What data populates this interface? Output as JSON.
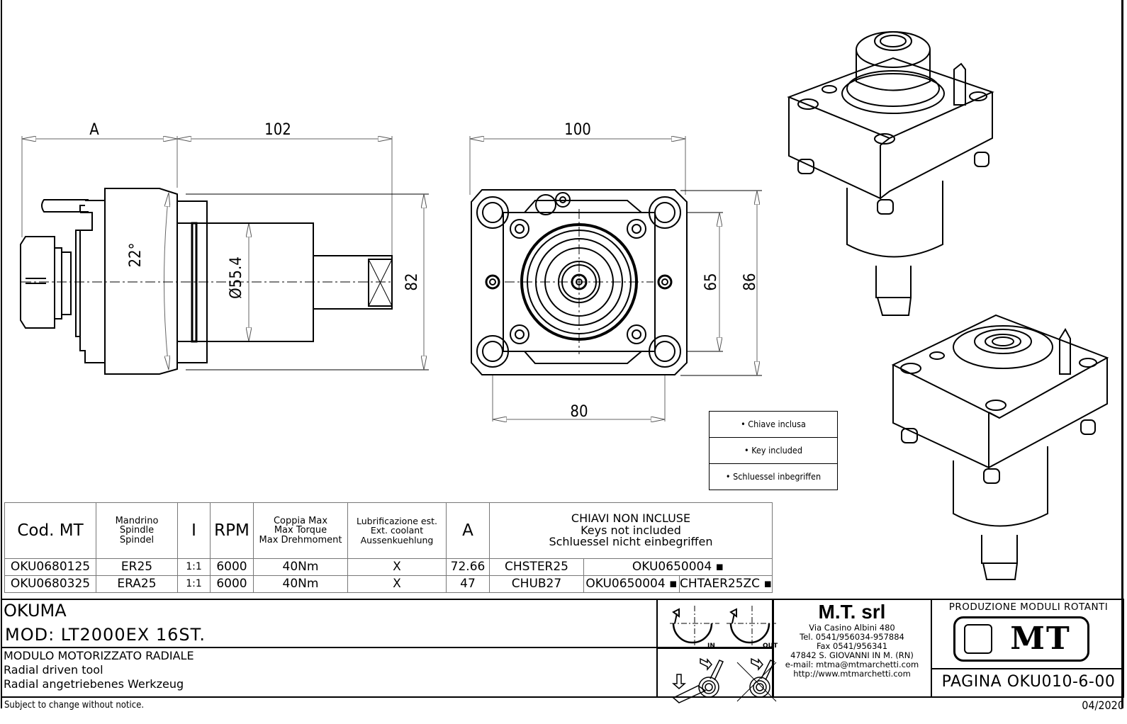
{
  "drawing": {
    "side_view": {
      "dim_A_label": "A",
      "dim_length": "102",
      "dim_height": "82",
      "dim_diameter": "Ø55.4",
      "dim_angle": "22°"
    },
    "front_view": {
      "dim_width": "100",
      "dim_bolt_spacing_h": "80",
      "dim_bolt_spacing_v": "65",
      "dim_height": "86"
    },
    "isometric_views": [
      "isometric-view-top",
      "isometric-view-bottom"
    ]
  },
  "legend": {
    "items": [
      "• Chiave inclusa",
      "• Key included",
      "• Schluessel inbegriffen"
    ]
  },
  "spec_table": {
    "headers": {
      "code": "Cod. MT",
      "spindle": [
        "Mandrino",
        "Spindle",
        "Spindel"
      ],
      "ratio": "I",
      "rpm": "RPM",
      "torque": [
        "Coppia Max",
        "Max Torque",
        "Max Drehmoment"
      ],
      "coolant": [
        "Lubrificazione est.",
        "Ext. coolant",
        "Aussenkuehlung"
      ],
      "a": "A",
      "keys": [
        "CHIAVI NON INCLUSE",
        "Keys not included",
        "Schluessel nicht einbegriffen"
      ]
    },
    "rows": [
      {
        "code": "OKU0680125",
        "spindle": "ER25",
        "ratio": "1:1",
        "rpm": "6000",
        "torque": "40Nm",
        "coolant": "X",
        "a": "72.66",
        "key1": "CHSTER25",
        "key2": "OKU0650004 ▪",
        "key3": ""
      },
      {
        "code": "OKU0680325",
        "spindle": "ERA25",
        "ratio": "1:1",
        "rpm": "6000",
        "torque": "40Nm",
        "coolant": "X",
        "a": "47",
        "key1": "CHUB27",
        "key2": "OKU0650004 ▪",
        "key3": "CHTAER25ZC ▪"
      }
    ]
  },
  "title_block": {
    "machine_brand": "OKUMA",
    "model": "MOD: LT2000EX 16ST.",
    "description": [
      "MODULO MOTORIZZATO RADIALE",
      "Radial driven tool",
      "Radial angetriebenes Werkzeug"
    ],
    "rotation_in_label": "IN",
    "rotation_out_label": "OUT",
    "company": {
      "name": "M.T. srl",
      "address": "Via Casino Albini 480",
      "tel": "Tel. 0541/956034-957884",
      "fax": "Fax 0541/956341",
      "city": "47842 S. GIOVANNI IN M. (RN)",
      "email": "e-mail: mtma@mtmarchetti.com",
      "web": "http://www.mtmarchetti.com"
    },
    "production_label": "PRODUZIONE MODULI ROTANTI",
    "logo_text": "MT",
    "page": "PAGINA OKU010-6-00"
  },
  "footer": {
    "notice": "Subject to change without notice.",
    "date": "04/2020"
  }
}
